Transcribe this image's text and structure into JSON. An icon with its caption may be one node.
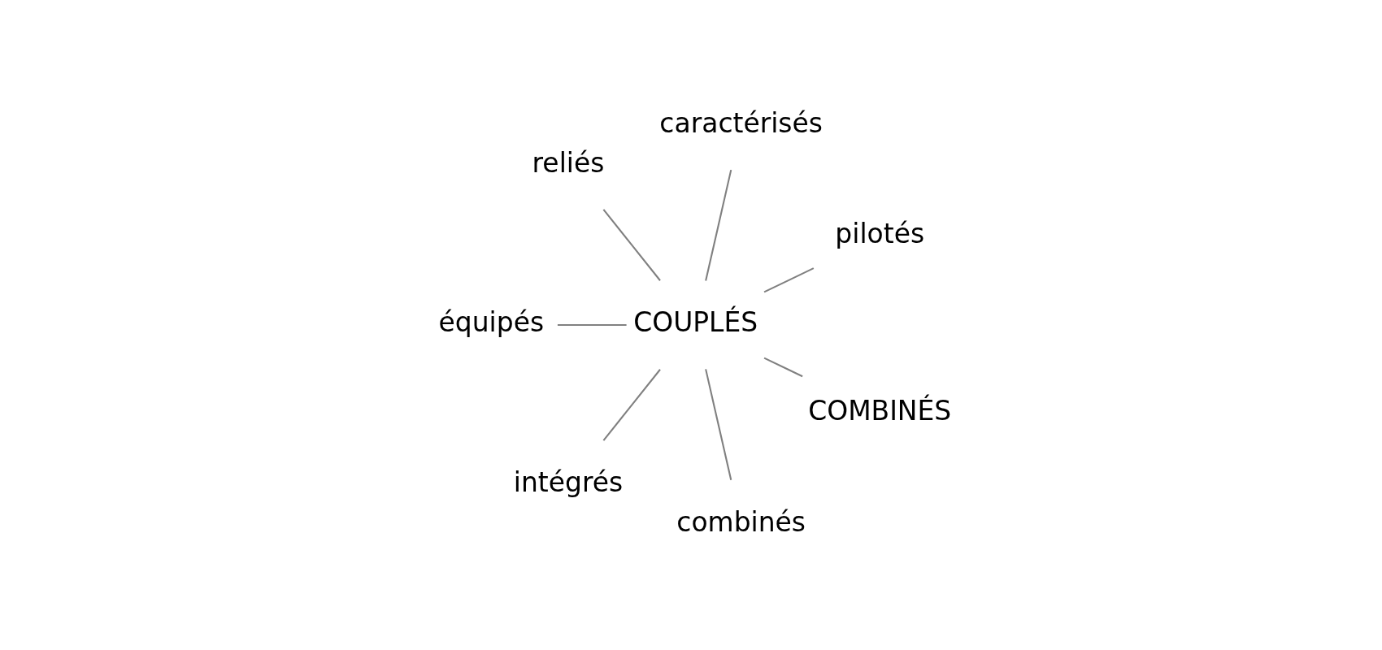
{
  "diagram": {
    "nodes": [
      {
        "text": [
          "COMBINÉS"
        ]
      },
      {
        "text": [
          "combinés"
        ]
      },
      {
        "text": [
          "pilotés"
        ]
      },
      {
        "text": [
          "intégrés"
        ]
      },
      {
        "text": [
          "COUPLÉS"
        ]
      },
      {
        "text": [
          "caractérisés"
        ]
      },
      {
        "text": [
          "équipés"
        ]
      },
      {
        "text": [
          "reliés"
        ]
      }
    ],
    "edges": [
      {
        "from": 4,
        "to": 0,
        "arrow": "none"
      },
      {
        "from": 4,
        "to": 1,
        "arrow": "none"
      },
      {
        "from": 4,
        "to": 3,
        "arrow": "none"
      },
      {
        "from": 4,
        "to": 6,
        "arrow": "none"
      },
      {
        "from": 4,
        "to": 7,
        "arrow": "none"
      },
      {
        "from": 4,
        "to": 5,
        "arrow": "none"
      },
      {
        "from": 4,
        "to": 2,
        "arrow": "none"
      }
    ]
  }
}
